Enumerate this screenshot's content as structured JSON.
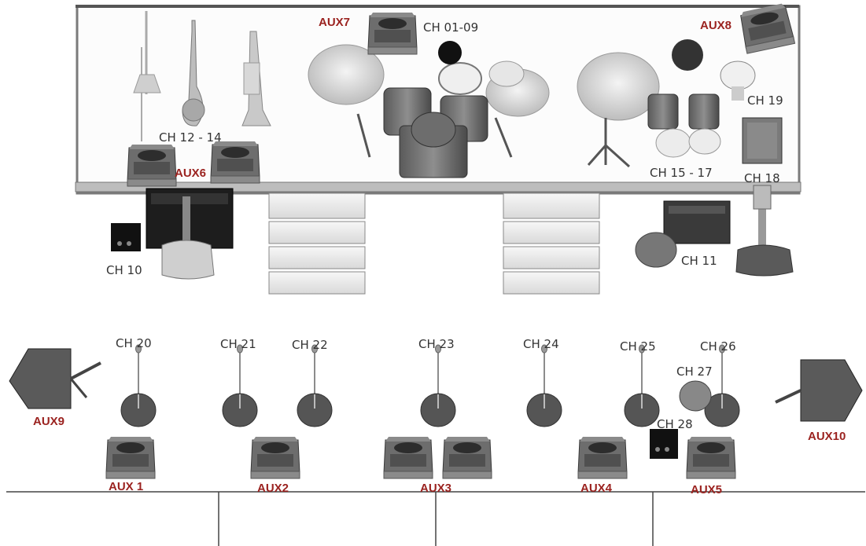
{
  "colors": {
    "aux_label": "#9b2320",
    "channel_label": "#333333"
  },
  "stage": {
    "channels": [
      "CH 01-09",
      "CH 10",
      "CH 11",
      "CH 12 - 14",
      "CH 15 - 17",
      "CH 18",
      "CH 19",
      "CH 20",
      "CH 21",
      "CH 22",
      "CH 23",
      "CH 24",
      "CH 25",
      "CH 26",
      "CH 27",
      "CH 28"
    ],
    "aux": [
      "AUX 1",
      "AUX2",
      "AUX3",
      "AUX4",
      "AUX5",
      "AUX6",
      "AUX7",
      "AUX8",
      "AUX9",
      "AUX10"
    ]
  },
  "icons": [
    "trombone-icon",
    "saxophone-icon",
    "trumpet-icon",
    "drum-kit-icon",
    "cymbal-icon",
    "bongos-icon",
    "cajon-icon",
    "bass-guitar-icon",
    "electric-guitar-icon",
    "guitar-amp-icon",
    "keyboard-amp-icon",
    "di-box-icon",
    "microphone-icon",
    "monitor-wedge-icon",
    "pa-speaker-icon",
    "stage-riser-icon"
  ]
}
